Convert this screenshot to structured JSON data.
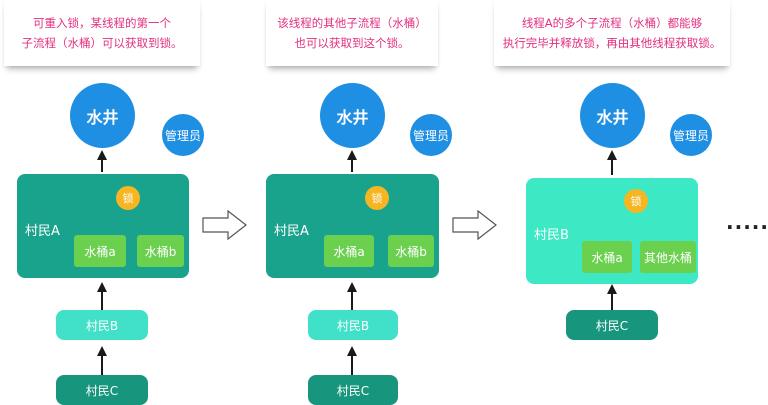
{
  "panels": [
    {
      "note_lines": [
        "可重入锁，某线程的第一个",
        "子流程（水桶）可以获取到锁。"
      ],
      "well": "水井",
      "admin": "管理员",
      "lock": "锁",
      "village": "村民A",
      "buckets": [
        "水桶a",
        "水桶b"
      ],
      "people": [
        "村民B",
        "村民C"
      ]
    },
    {
      "note_lines": [
        "该线程的其他子流程（水桶）",
        "也可以获取到这个锁。"
      ],
      "well": "水井",
      "admin": "管理员",
      "lock": "锁",
      "village": "村民A",
      "buckets": [
        "水桶a",
        "水桶b"
      ],
      "people": [
        "村民B",
        "村民C"
      ]
    },
    {
      "note_lines": [
        "线程A的多个子流程（水桶）都能够",
        "执行完毕并释放锁，再由其他线程获取锁。"
      ],
      "well": "水井",
      "admin": "管理员",
      "lock": "锁",
      "village": "村民B",
      "buckets": [
        "水桶a",
        "其他水桶"
      ],
      "people": [
        "村民C"
      ]
    }
  ],
  "ellipsis": "·····",
  "colors": {
    "note_text": "#e2307f",
    "well": "#1f8fe3",
    "lock": "#f5b622",
    "village_active": "#1aa38c",
    "village_idle": "#3de8c4",
    "bucket": "#6ad04e",
    "person_waiting": "#41e0c8",
    "person_dark": "#18957d"
  }
}
